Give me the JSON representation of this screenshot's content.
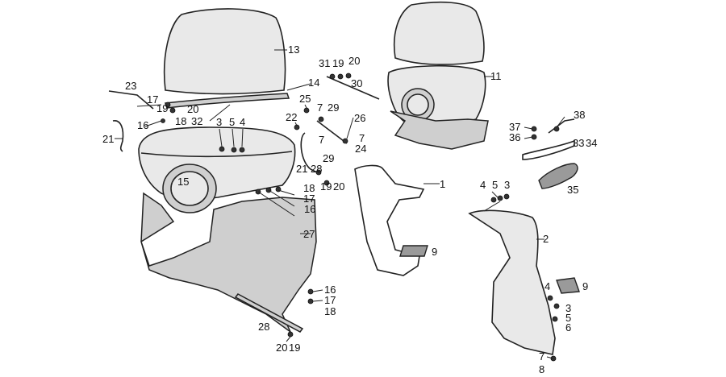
{
  "callouts": [
    {
      "id": "c13a",
      "text": "13"
    },
    {
      "id": "c31",
      "text": "31"
    },
    {
      "id": "c19a",
      "text": "19"
    },
    {
      "id": "c20a",
      "text": "20"
    },
    {
      "id": "c30",
      "text": "30"
    },
    {
      "id": "c14",
      "text": "14"
    },
    {
      "id": "c23",
      "text": "23"
    },
    {
      "id": "c17a",
      "text": "17"
    },
    {
      "id": "c19b",
      "text": "19"
    },
    {
      "id": "c20b",
      "text": "20"
    },
    {
      "id": "c32",
      "text": "32"
    },
    {
      "id": "c18a",
      "text": "18"
    },
    {
      "id": "c16a",
      "text": "16"
    },
    {
      "id": "c21a",
      "text": "21"
    },
    {
      "id": "c3a",
      "text": "3"
    },
    {
      "id": "c5a",
      "text": "5"
    },
    {
      "id": "c4a",
      "text": "4"
    },
    {
      "id": "c25",
      "text": "25"
    },
    {
      "id": "c7a",
      "text": "7"
    },
    {
      "id": "c29a",
      "text": "29"
    },
    {
      "id": "c22",
      "text": "22"
    },
    {
      "id": "c26",
      "text": "26"
    },
    {
      "id": "c7b",
      "text": "7"
    },
    {
      "id": "c7c",
      "text": "7"
    },
    {
      "id": "c24",
      "text": "24"
    },
    {
      "id": "c29b",
      "text": "29"
    },
    {
      "id": "c21b",
      "text": "21"
    },
    {
      "id": "c28a",
      "text": "28"
    },
    {
      "id": "c19c",
      "text": "19"
    },
    {
      "id": "c20c",
      "text": "20"
    },
    {
      "id": "c15",
      "text": "15"
    },
    {
      "id": "c17b",
      "text": "17"
    },
    {
      "id": "c18b",
      "text": "18"
    },
    {
      "id": "c16b",
      "text": "16"
    },
    {
      "id": "c27",
      "text": "27"
    },
    {
      "id": "c11",
      "text": "11"
    },
    {
      "id": "c38",
      "text": "38"
    },
    {
      "id": "c37",
      "text": "37"
    },
    {
      "id": "c36",
      "text": "36"
    },
    {
      "id": "c33",
      "text": "33"
    },
    {
      "id": "c34",
      "text": "34"
    },
    {
      "id": "c35",
      "text": "35"
    },
    {
      "id": "c1",
      "text": "1"
    },
    {
      "id": "c4b",
      "text": "4"
    },
    {
      "id": "c5b",
      "text": "5"
    },
    {
      "id": "c3b",
      "text": "3"
    },
    {
      "id": "c2",
      "text": "2"
    },
    {
      "id": "c9a",
      "text": "9"
    },
    {
      "id": "c9b",
      "text": "9"
    },
    {
      "id": "c4c",
      "text": "4"
    },
    {
      "id": "c3c",
      "text": "3"
    },
    {
      "id": "c5c",
      "text": "5"
    },
    {
      "id": "c6",
      "text": "6"
    },
    {
      "id": "c7d",
      "text": "7"
    },
    {
      "id": "c8",
      "text": "8"
    },
    {
      "id": "c16c",
      "text": "16"
    },
    {
      "id": "c17c",
      "text": "17"
    },
    {
      "id": "c18c",
      "text": "18"
    },
    {
      "id": "c28b",
      "text": "28"
    },
    {
      "id": "c20d",
      "text": "20"
    },
    {
      "id": "c19d",
      "text": "19"
    }
  ]
}
